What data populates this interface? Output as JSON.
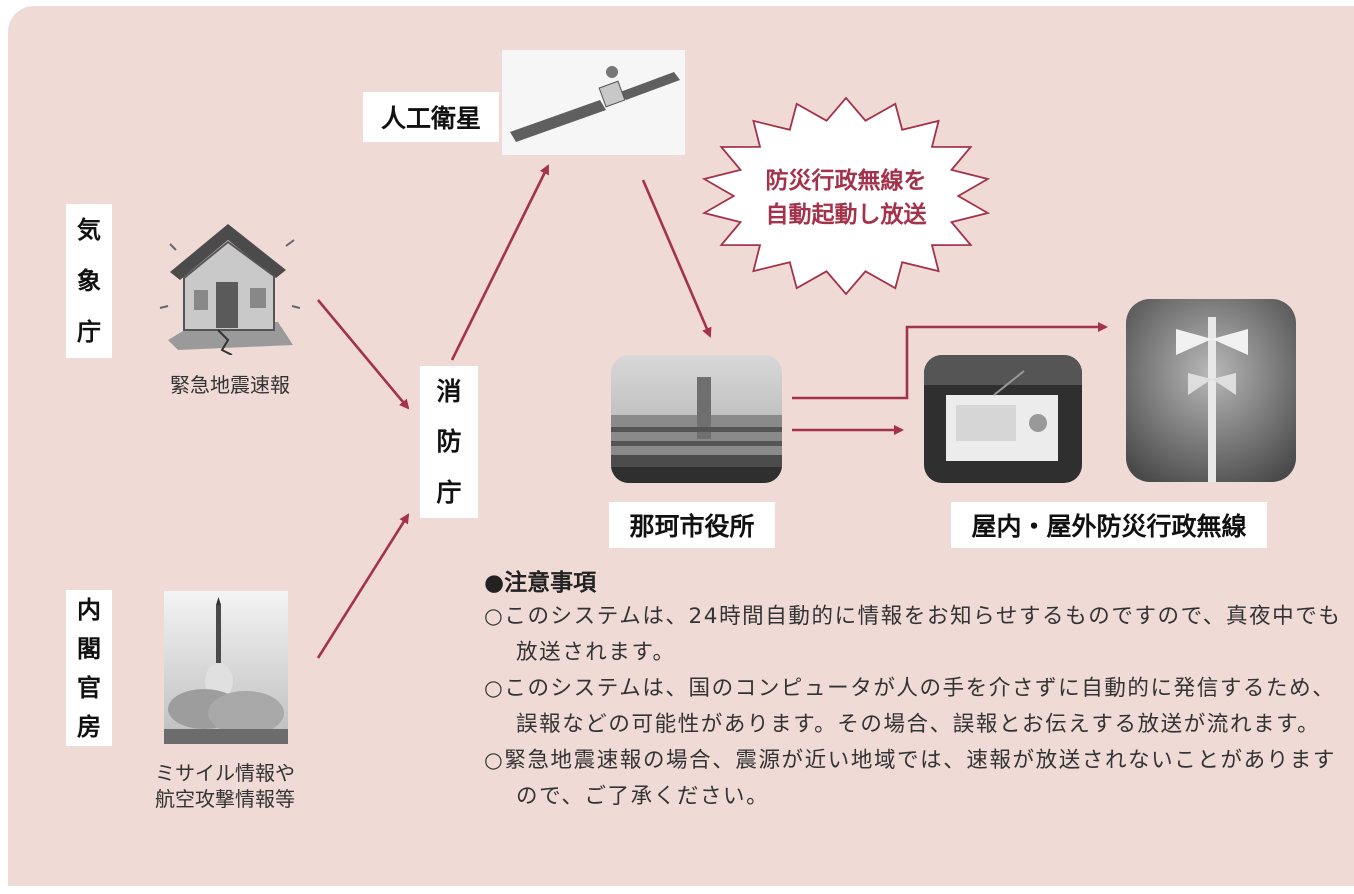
{
  "sources": {
    "jma": {
      "label": "気象庁",
      "caption": "緊急地震速報"
    },
    "cabinet": {
      "label": "内閣官房",
      "caption_lines": [
        "ミサイル情報や",
        "航空攻撃情報等"
      ]
    }
  },
  "hub": {
    "label": "消防庁"
  },
  "satellite": {
    "label": "人工衛星"
  },
  "burst": {
    "lines": [
      "防災行政無線を",
      "自動起動し放送"
    ]
  },
  "city_hall": {
    "label": "那珂市役所"
  },
  "radio": {
    "label": "屋内・屋外防災行政無線"
  },
  "notes": {
    "title": "●注意事項",
    "items": [
      "○このシステムは、24時間自動的に情報をお知らせするものですので、真夜中でも放送されます。",
      "○このシステムは、国のコンピュータが人の手を介さずに自動的に発信するため、誤報などの可能性があります。その場合、誤報とお伝えする放送が流れます。",
      "○緊急地震速報の場合、震源が近い地域では、速報が放送されないことがありますので、ご了承ください。"
    ]
  },
  "colors": {
    "background": "#efdad5",
    "arrow": "#a3324a",
    "burst_text": "#a3324a"
  }
}
